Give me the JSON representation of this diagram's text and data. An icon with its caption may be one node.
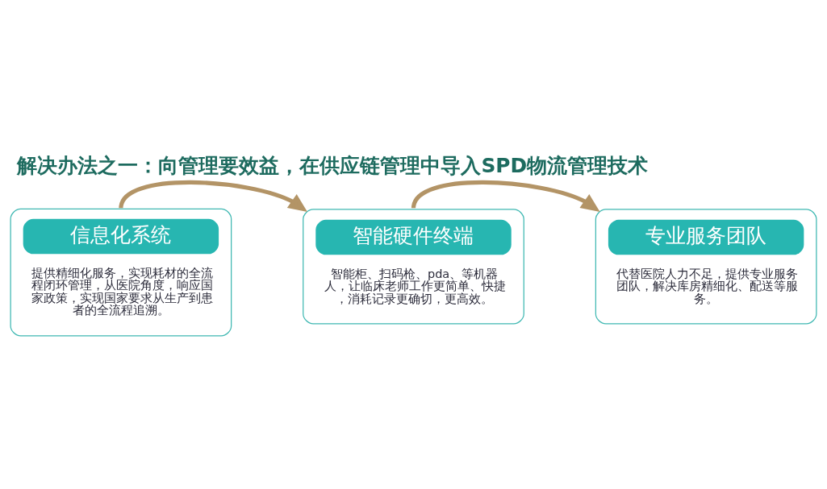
{
  "diagram": {
    "title": "解决办法之一：向管理要效益，在供应链管理中导入SPD物流管理技术",
    "nodes": [
      {
        "text": [
          "信息化系统",
          "提供精细化服务，实现耗材的全流程闭环管理，从医院角度，响应国家政策，实现国家要求从生产到患者的全流程追溯。"
        ]
      },
      {
        "text": [
          "智能硬件终端",
          "智能柜、扫码枪、pda、等机器人，让临床老师工作更简单、快捷，消耗记录更确切，更高效。"
        ]
      },
      {
        "text": [
          "专业服务团队",
          "代替医院人力不足，提供专业服务团队，解决库房精细化、配送等服务。"
        ]
      }
    ],
    "edges": [
      {
        "from": 0,
        "to": 1,
        "arrow": "to"
      },
      {
        "from": 1,
        "to": 2,
        "arrow": "to"
      }
    ]
  }
}
